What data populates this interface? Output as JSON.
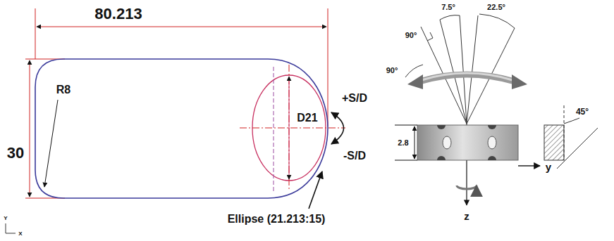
{
  "diagram": {
    "labels": [
      "80.213",
      "30",
      "R8",
      "D21",
      "+S/D",
      "-S/D",
      "Ellipse (21.213:15)",
      "7.5°",
      "22.5°",
      "90°",
      "90°",
      "2.8",
      "45°",
      "y",
      "z",
      "Y",
      "X"
    ]
  }
}
